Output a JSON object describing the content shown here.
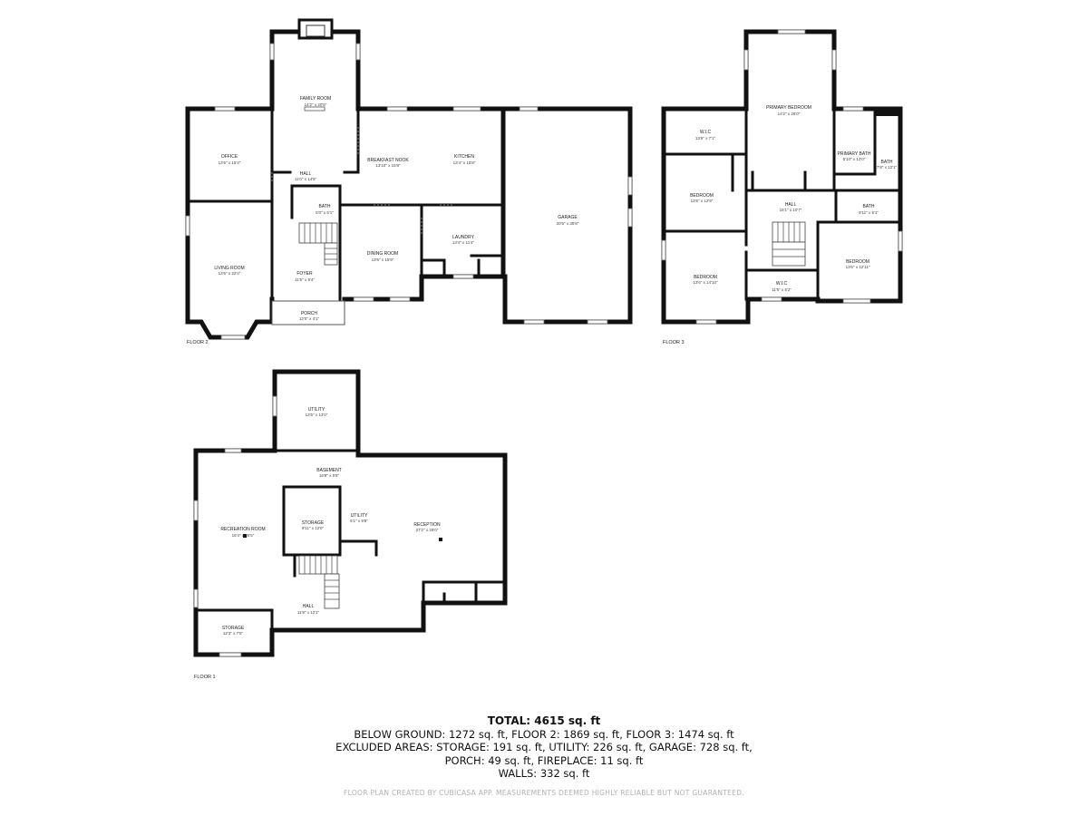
{
  "floors": {
    "floor2": {
      "label": "FLOOR 2",
      "rooms": {
        "family_room": {
          "name": "FAMILY ROOM",
          "dims": "14'2\" x 20'6\""
        },
        "office": {
          "name": "OFFICE",
          "dims": "13'6\" x 15'4\""
        },
        "hall": {
          "name": "HALL",
          "dims": "11'0\" x 14'6\""
        },
        "breakfast_nook": {
          "name": "BREAKFAST NOOK",
          "dims": "13'10\" x 15'8\""
        },
        "kitchen": {
          "name": "KITCHEN",
          "dims": "13'4\" x 15'8\""
        },
        "bath": {
          "name": "BATH",
          "dims": "5'0\" x 5'1\""
        },
        "living_room": {
          "name": "LIVING ROOM",
          "dims": "13'6\" x 22'4\""
        },
        "foyer": {
          "name": "FOYER",
          "dims": "11'5\" x 9'4\""
        },
        "dining_room": {
          "name": "DINING ROOM",
          "dims": "13'6\" x 15'9\""
        },
        "laundry": {
          "name": "LAUNDRY",
          "dims": "13'4\" x 11'4\""
        },
        "garage": {
          "name": "GARAGE",
          "dims": "20'5\" x 35'8\""
        },
        "porch": {
          "name": "PORCH",
          "dims": "12'0\" x 4'1\""
        }
      }
    },
    "floor3": {
      "label": "FLOOR 3",
      "rooms": {
        "primary_bedroom": {
          "name": "PRIMARY BEDROOM",
          "dims": "14'2\" x 26'0\""
        },
        "wic_top": {
          "name": "W.I.C",
          "dims": "13'6\" x 7'1\""
        },
        "primary_bath": {
          "name": "PRIMARY BATH",
          "dims": "6'10\" x 13'0\""
        },
        "bath_right": {
          "name": "BATH",
          "dims": "7'8\" x 12'1\""
        },
        "bedroom_left": {
          "name": "BEDROOM",
          "dims": "13'6\" x 12'9\""
        },
        "hall": {
          "name": "HALL",
          "dims": "15'1\" x 10'7\""
        },
        "bath_mid": {
          "name": "BATH",
          "dims": "9'11\" x 5'1\""
        },
        "bedroom_bottom_left": {
          "name": "BEDROOM",
          "dims": "13'6\" x 14'10\""
        },
        "bedroom_right": {
          "name": "BEDROOM",
          "dims": "13'6\" x 12'11\""
        },
        "wic_bottom": {
          "name": "W.I.C",
          "dims": "11'5\" x 5'2\""
        }
      }
    },
    "floor1": {
      "label": "FLOOR 1",
      "rooms": {
        "utility_top": {
          "name": "UTILITY",
          "dims": "13'5\" x 13'0\""
        },
        "basement": {
          "name": "BASEMENT",
          "dims": "16'8\" x 5'8\""
        },
        "recreation_room": {
          "name": "RECREATION ROOM",
          "dims": "16'4\" x 26'5\""
        },
        "storage_mid": {
          "name": "STORAGE",
          "dims": "9'11\" x 12'0\""
        },
        "utility_small": {
          "name": "UTILITY",
          "dims": "6'1\" x 9'8\""
        },
        "reception": {
          "name": "RECEPTION",
          "dims": "27'2\" x 29'0\""
        },
        "hall": {
          "name": "HALL",
          "dims": "11'9\" x 12'1\""
        },
        "storage_bottom": {
          "name": "STORAGE",
          "dims": "12'3\" x 7'5\""
        }
      }
    }
  },
  "summary": {
    "total": "TOTAL: 4615 sq. ft",
    "line1": "BELOW GROUND: 1272 sq. ft, FLOOR 2: 1869 sq. ft, FLOOR 3: 1474 sq. ft",
    "line2": "EXCLUDED AREAS: STORAGE: 191 sq. ft, UTILITY: 226 sq. ft, GARAGE: 728 sq. ft,",
    "line3": "PORCH: 49 sq. ft, FIREPLACE: 11 sq. ft",
    "line4": "WALLS: 332 sq. ft"
  },
  "disclaimer": "FLOOR PLAN CREATED BY CUBICASA APP. MEASUREMENTS DEEMED HIGHLY RELIABLE BUT NOT GUARANTEED."
}
